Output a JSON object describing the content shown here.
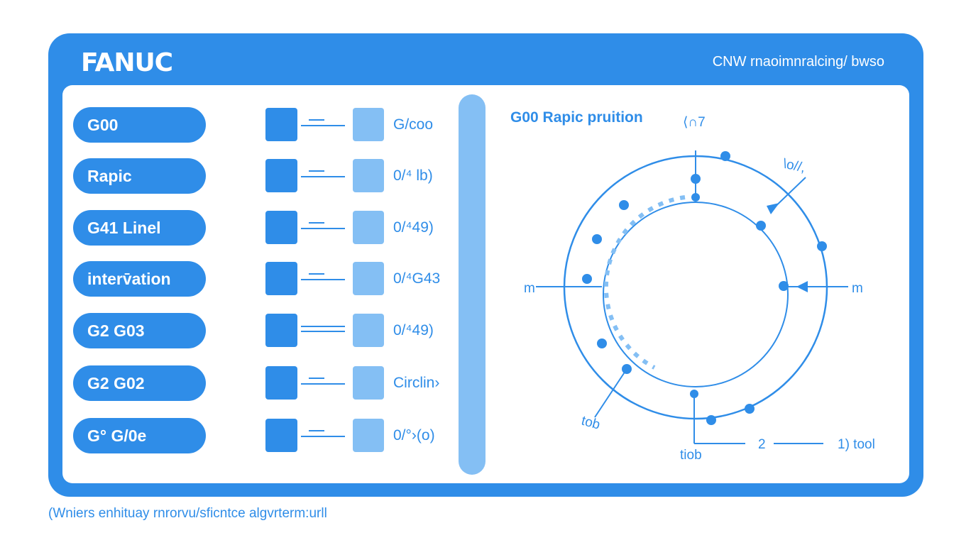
{
  "header": {
    "brand": "FANUC",
    "subtitle": "CNW rnaoimnralcing/ bwso"
  },
  "rows": [
    {
      "label": "G00",
      "code": "G/coo"
    },
    {
      "label": "Rapic",
      "code": "0/⁴ lb)"
    },
    {
      "label": "G41 Linel",
      "code": "0/⁴49)"
    },
    {
      "label": "interv̄ation",
      "code": "0/⁴G43"
    },
    {
      "label": "G2 G03",
      "code": "0/⁴49)"
    },
    {
      "label": "G2 G02",
      "code": "Circlin›"
    },
    {
      "label": "G° G/0e",
      "code": "0/°›(o)"
    }
  ],
  "diagram": {
    "title": "G00 Rapic pruition",
    "top_label": "⟨∩7",
    "top_right_label": "\\o//,",
    "left_label": "m",
    "right_label": "m",
    "bottom_left_label": "tob",
    "bottom_label": "tiob",
    "bottom_marker": "2",
    "bottom_right_label": "1) tool"
  },
  "footer": {
    "text": "(Wniers enhituay rnrorvu/sficntce algvrterm:urll"
  },
  "colors": {
    "primary": "#2f8de8",
    "light": "#84bff4",
    "background": "#ffffff"
  }
}
